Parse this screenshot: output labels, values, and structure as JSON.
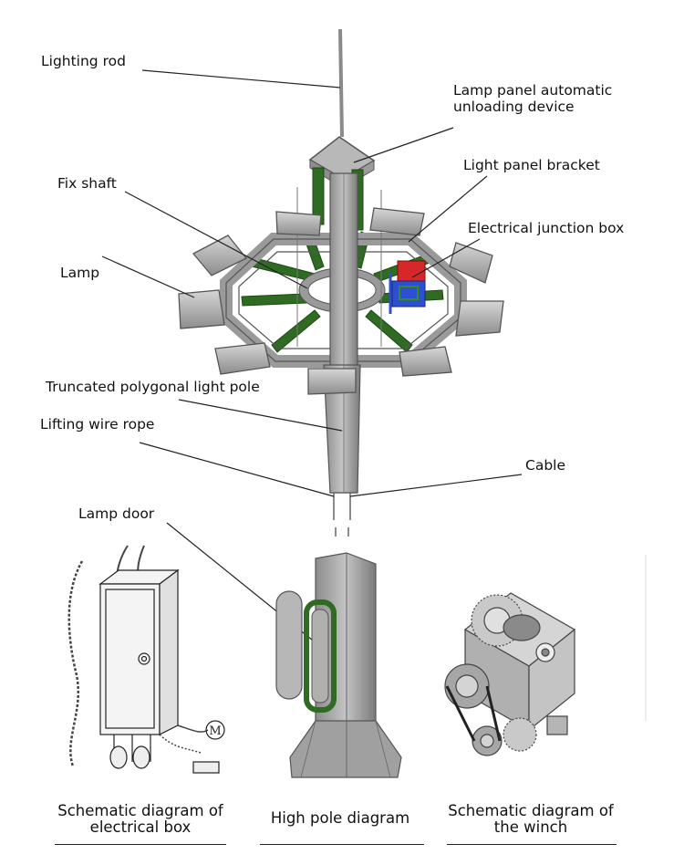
{
  "labels": {
    "lighting_rod": "Lighting rod",
    "lamp_panel_unloading": "Lamp panel automatic unloading device",
    "light_panel_bracket": "Light panel bracket",
    "fix_shaft": "Fix shaft",
    "electrical_junction_box": "Electrical junction box",
    "lamp": "Lamp",
    "truncated_pole": "Truncated polygonal light pole",
    "lifting_wire_rope": "Lifting wire rope",
    "cable": "Cable",
    "lamp_door": "Lamp door"
  },
  "captions": {
    "electrical_box": "Schematic diagram of electrical box",
    "high_pole": "High pole diagram",
    "winch": "Schematic diagram of the winch"
  },
  "motor_symbol": "M",
  "colors": {
    "steel": "#a9a9a9",
    "steel_dark": "#6e6e6e",
    "bracket_green": "#2f6b22",
    "junction_red": "#d62828",
    "junction_blue": "#2e4fd0"
  }
}
